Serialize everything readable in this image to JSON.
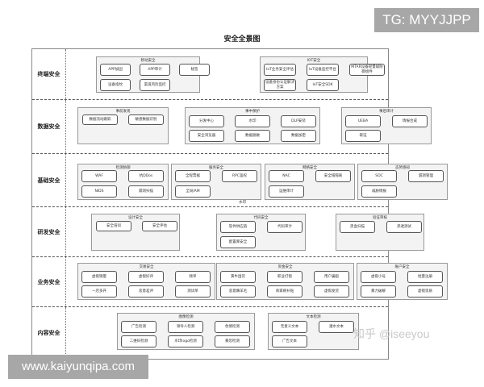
{
  "badges": {
    "tg": "TG: MYYJJPP",
    "url": "www.kaiyunqipa.com",
    "zhihu": "知乎 @iseeyou"
  },
  "diagram": {
    "title": "安全全景图",
    "rows": [
      {
        "label": "终端安全",
        "groups": [
          {
            "title": "移动安全",
            "items": [
              "APP加固",
              "APP审计",
              "秘签",
              "设备指纹",
              "渠道风险监控"
            ]
          },
          {
            "title": "IOT安全",
            "items": [
              "IoT业务安全评估",
              "IoT设备监控平台",
              "MTAR设备轻量级防御组件",
              "设备身份认证解决方案",
              "IoT安全SDK"
            ]
          }
        ]
      },
      {
        "label": "数据安全",
        "groups": [
          {
            "title": "事前发现",
            "items": [
              "数据流动跟踪",
              "敏感数据识别"
            ]
          },
          {
            "title": "事中保护",
            "items": [
              "分发中心",
              "水印",
              "DLP安装",
              "安全浏览器",
              "数据脱敏",
              "数据加密"
            ]
          },
          {
            "title": "事后审计",
            "items": [
              "UEBA",
              "情报合成",
              "取证"
            ]
          }
        ]
      },
      {
        "label": "基础安全",
        "groups": [
          {
            "title": "检测防御",
            "items": [
              "WAF",
              "抗DDos",
              "NIDS",
              "漏洞扫描"
            ]
          },
          {
            "title": "服务安全",
            "items": [
              "全程票据",
              "RPC鉴权",
              "全局IAM"
            ]
          },
          {
            "title": "网络安全",
            "items": [
              "NAC",
              "安全域隔离",
              "运维审计"
            ]
          },
          {
            "title": "态势感知",
            "items": [
              "SOC",
              "漏洞管理",
              "威胁情报"
            ]
          }
        ],
        "note": "水印"
      },
      {
        "label": "研发安全",
        "groups": [
          {
            "title": "设计安全",
            "items": [
              "安全培训",
              "安全评估"
            ]
          },
          {
            "title": "代码安全",
            "items": [
              "软件供应链",
              "代码审计",
              "配置库安全"
            ]
          },
          {
            "title": "验证审核",
            "items": [
              "黑盒扫描",
              "渗透测试"
            ]
          }
        ]
      },
      {
        "label": "业务安全",
        "groups": [
          {
            "title": "交易安全",
            "items": [
              "虚假销量",
              "虚假好评",
              "频单",
              "一店多开",
              "恶意差评",
              "测试单"
            ]
          },
          {
            "title": "资金安全",
            "items": [
              "黄牛囤货",
              "职业打假",
              "用户骗赔",
              "恶意薅羊毛",
              "商家刷补贴",
              "虚假发货"
            ]
          },
          {
            "title": "账户安全",
            "items": [
              "虚假小号",
              "批量注册",
              "暴力破解",
              "虚假资质"
            ]
          }
        ]
      },
      {
        "label": "内容安全",
        "groups": [
          {
            "title": "图像检测",
            "items": [
              "广告检测",
              "领导人检测",
              "色情检测",
              "二维码检测",
              "水印logo检测",
              "暴恐检测"
            ]
          },
          {
            "title": "文本检测",
            "items": [
              "无意义文本",
              "灌水文本",
              "广告文本"
            ]
          }
        ]
      }
    ]
  }
}
